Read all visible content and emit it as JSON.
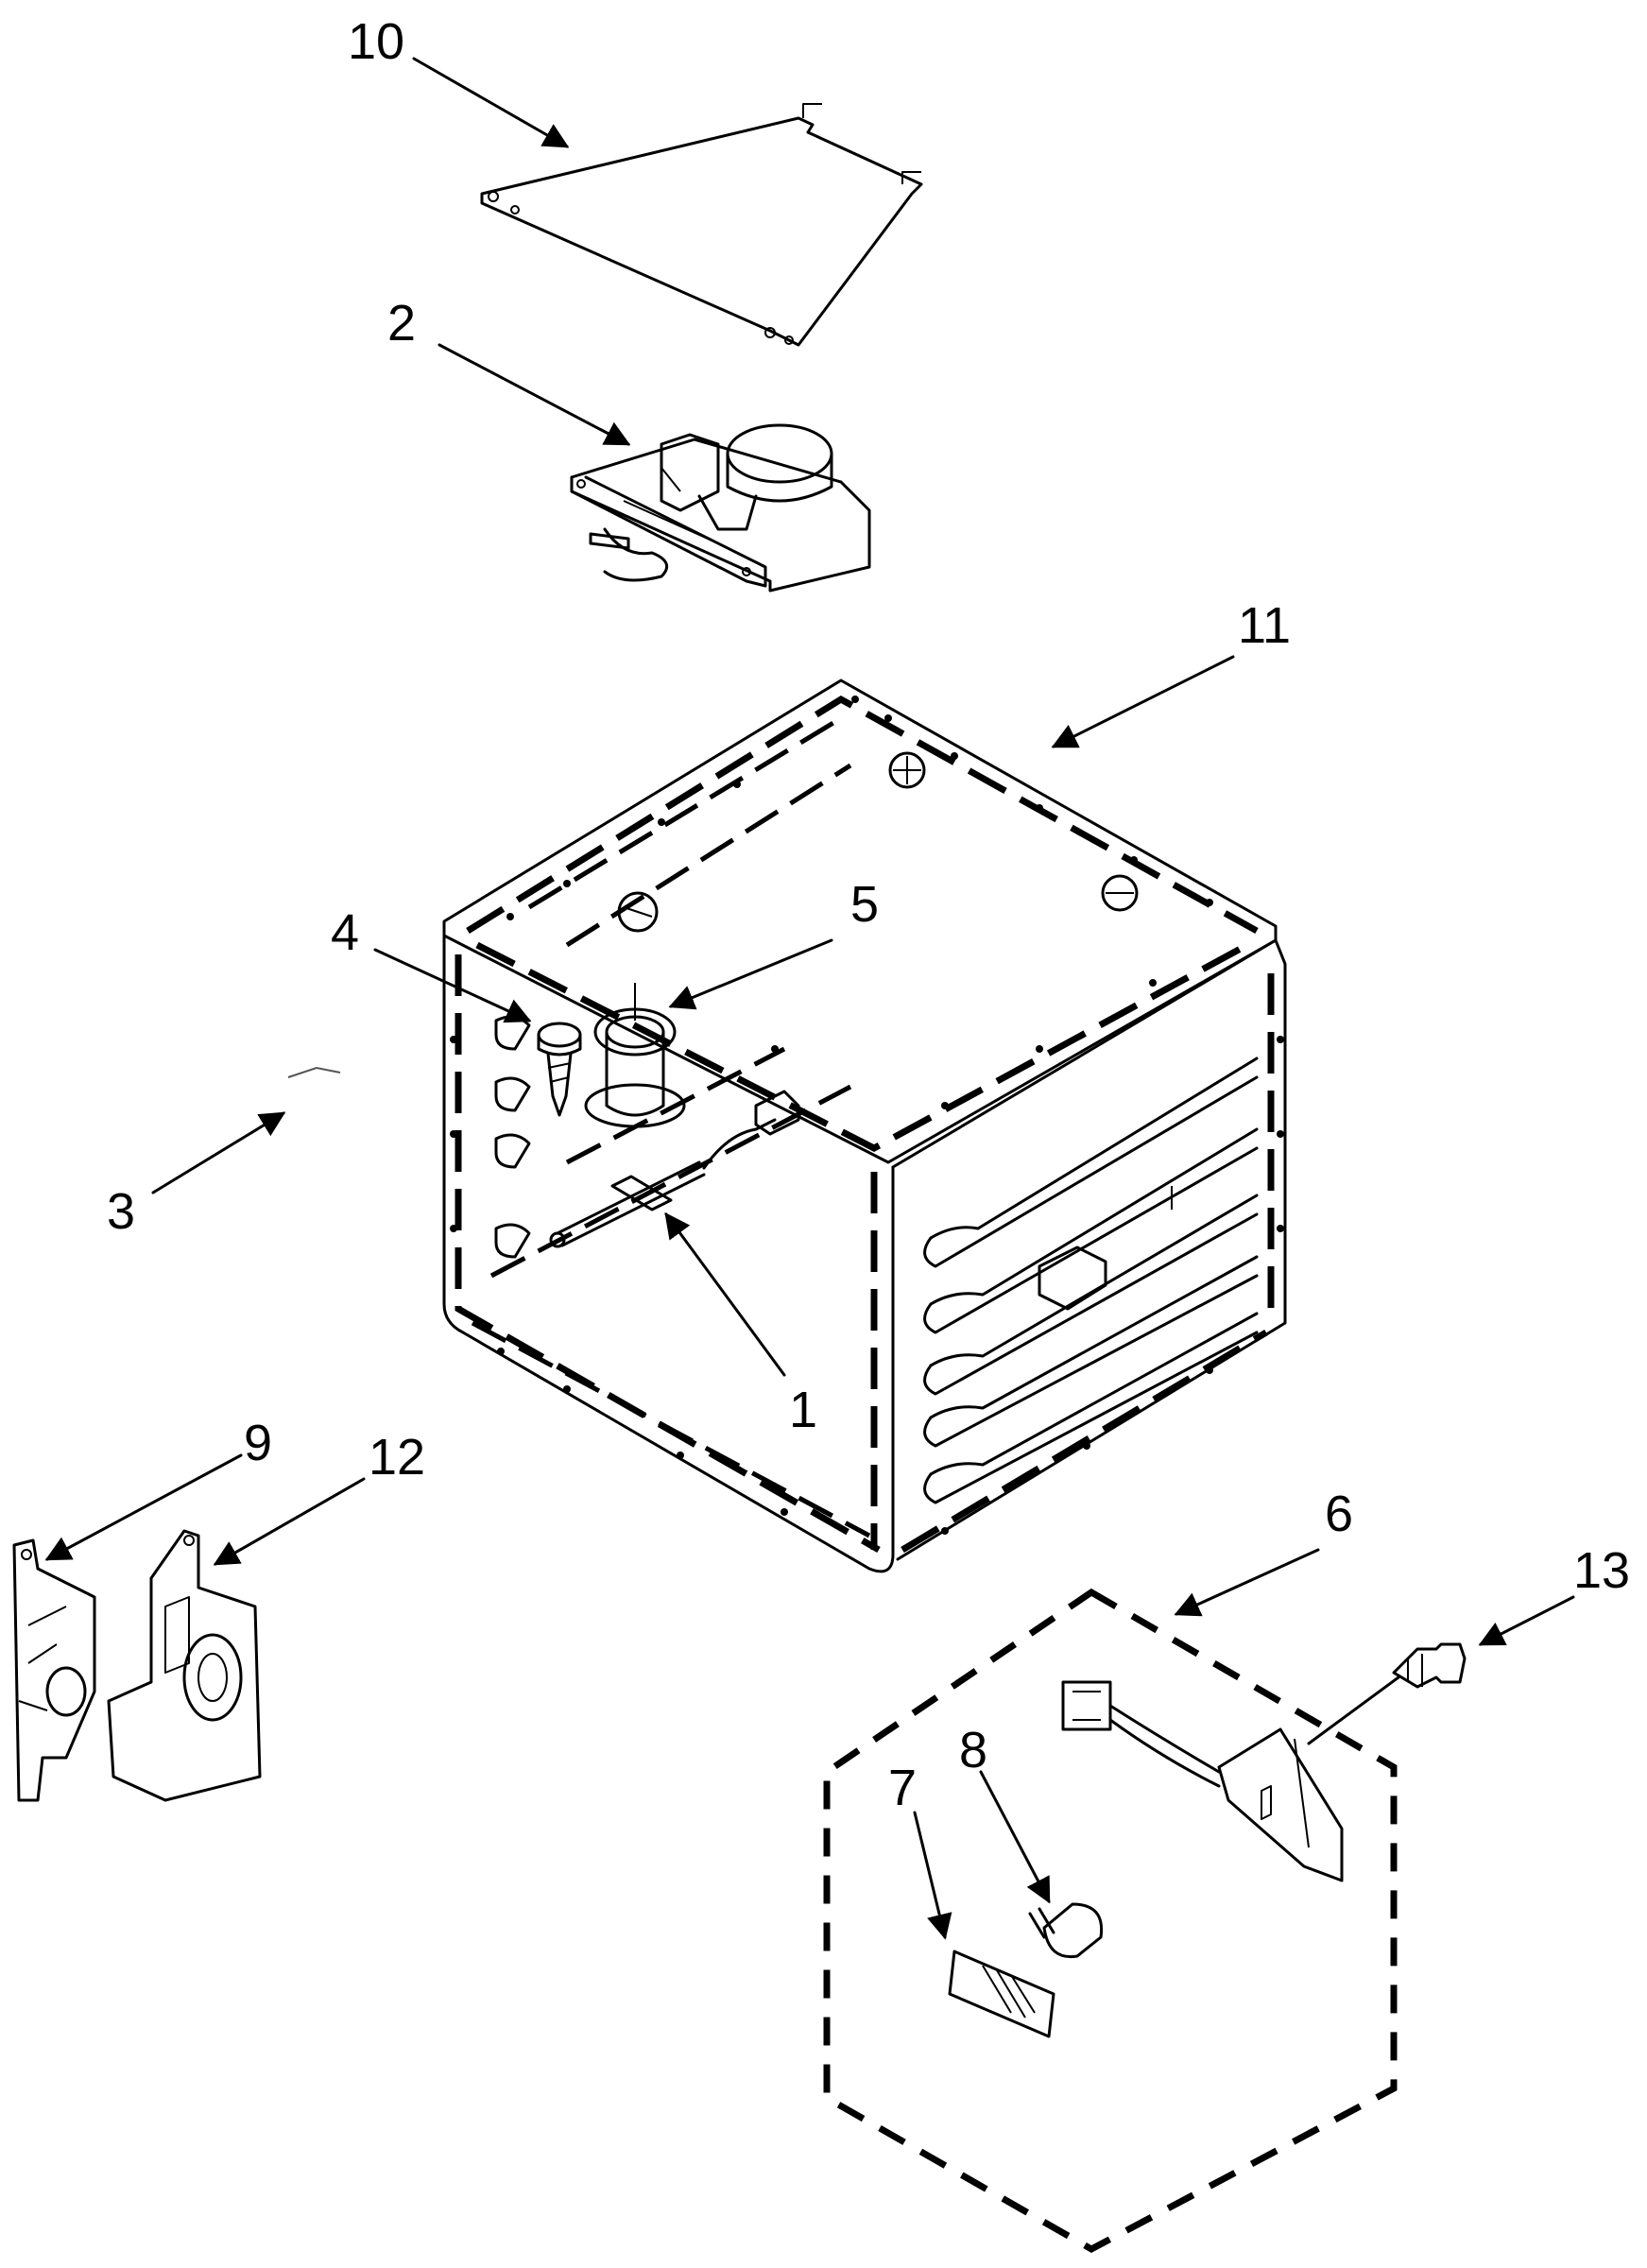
{
  "diagram": {
    "callouts": [
      {
        "id": "10",
        "label": "10"
      },
      {
        "id": "2",
        "label": "2"
      },
      {
        "id": "11",
        "label": "11"
      },
      {
        "id": "4",
        "label": "4"
      },
      {
        "id": "5",
        "label": "5"
      },
      {
        "id": "3",
        "label": "3"
      },
      {
        "id": "1",
        "label": "1"
      },
      {
        "id": "9",
        "label": "9"
      },
      {
        "id": "12",
        "label": "12"
      },
      {
        "id": "6",
        "label": "6"
      },
      {
        "id": "13",
        "label": "13"
      },
      {
        "id": "8",
        "label": "8"
      },
      {
        "id": "7",
        "label": "7"
      }
    ]
  }
}
